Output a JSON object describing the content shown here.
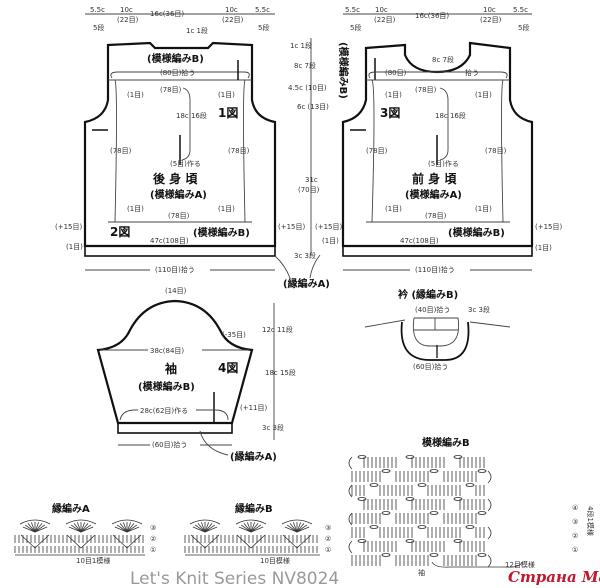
{
  "back": {
    "top_dims": [
      "5.5c",
      "10c",
      "16c(36目)",
      "10c",
      "5.5c"
    ],
    "top_sub": [
      "(22目)",
      "(22目)"
    ],
    "shoulder_rows": "5段",
    "neck_drop": "1c 1段",
    "yoke_pattern": "(模様編みB)",
    "pickup_80": "(80目)拾う",
    "st_78_top": "(78目)",
    "st_1": "(1目)",
    "figure_1": "1図",
    "height_18": "18c 16段",
    "st_78_side": "(78目)",
    "make_5": "(5目)作る",
    "title": "後 身 頃",
    "body_pattern": "(模様編みA)",
    "st_78_bottom": "(78目)",
    "plus_15": "(+15目)",
    "figure_2": "2図",
    "band_pattern": "(模様編みB)",
    "width_47": "47c(108目)",
    "pickup_110": "(110目)拾う"
  },
  "front": {
    "neck_drop": "8c 7段",
    "yoke_pattern_vertical": "(模様編みB)",
    "pickup_80": "(80目)",
    "pickup_suffix": "拾う",
    "figure_3": "3図",
    "title": "前 身 頃"
  },
  "center_dims": {
    "d1": "1c 1段",
    "d2": "8c 7段",
    "d3": "4.5c (10目)",
    "d4": "6c (13目)",
    "d5": "31c",
    "d5b": "(70目)",
    "d6": "3c 3段",
    "edging": "(縁編みA)"
  },
  "sleeve": {
    "top": "(14目)",
    "minus_35": "(-35目)",
    "width_38": "38c(84目)",
    "title": "袖",
    "pattern": "(模様編みB)",
    "figure_4": "4図",
    "make_28": "28c(62目)作る",
    "plus_11": "(+11目)",
    "pickup_60": "(60目)拾う",
    "edging": "(縁編みA)",
    "h12": "12c 11段",
    "h18": "18c 15段",
    "h3": "3c 3段"
  },
  "collar": {
    "title": "衿 (縁編みB)",
    "pickup_40": "(40目)拾う",
    "h3": "3c 3段",
    "pickup_60": "(60目)拾う"
  },
  "charts": {
    "edge_a_title": "縁編みA",
    "edge_a_repeat": "10目1模様",
    "edge_b_title": "縁編みB",
    "edge_b_repeat": "10目模様",
    "pattern_b_title": "模様編みB",
    "pattern_b_repeat": "12目模様",
    "pattern_b_sleeve": "袖",
    "pattern_b_rows": "4段1模様",
    "rows": [
      "①",
      "②",
      "③",
      "④"
    ]
  },
  "footer": "Let's Knit Series NV8024",
  "watermark": "Страна Мам"
}
